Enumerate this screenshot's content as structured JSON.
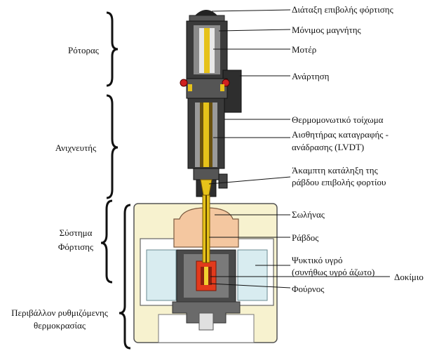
{
  "groups": {
    "rotor": "Ρότορας",
    "sensor": "Ανιχνευτής",
    "loading_line1": "Σύστημα",
    "loading_line2": "Φόρτισης",
    "environment_line1": "Περιβάλλον ρυθμιζόμενης",
    "environment_line2": "θερμοκρασίας"
  },
  "parts": {
    "load_device": "Διάταξη επιβολής φόρτισης",
    "magnet": "Μόνιμος μαγνήτης",
    "motor": "Μοτέρ",
    "suspension": "Ανάρτηση",
    "thermal_wall": "Θερμομονωτικό τοίχωμα",
    "lvdt_line1": "Αισθητήρας  καταγραφής -",
    "lvdt_line2": "ανάδρασης (LVDT)",
    "rigid_end_line1": "Άκαμπτη κατάληξη της",
    "rigid_end_line2": "ράβδου επιβολής φορτίου",
    "tube": "Σωλήνας",
    "rod": "Ράβδος",
    "coolant_line1": "Ψυκτικό υγρό",
    "coolant_line2": "(συνήθως υγρό άζωτο)",
    "specimen": "Δοκίμιο",
    "furnace": "Φούρνος"
  },
  "colors": {
    "chassis": "#3a3a3a",
    "chassis_light": "#8a8a8a",
    "rod_gold": "#e6c21a",
    "housing_cream": "#f7f2cf",
    "housing_salmon": "#f4c7a0",
    "coolant_blue": "#d8ecf0",
    "furnace_red": "#e23a1c"
  }
}
